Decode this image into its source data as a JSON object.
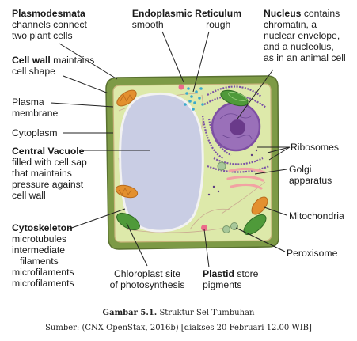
{
  "labels": {
    "plasmodesmata_title": "Plasmodesmata",
    "plasmodesmata_desc_1": "channels connect",
    "plasmodesmata_desc_2": "two plant cells",
    "er_title": "Endoplasmic Reticulum",
    "er_smooth": "smooth",
    "er_rough": "rough",
    "nucleus_title": "Nucleus",
    "nucleus_desc_1": "contains",
    "nucleus_desc_2": "chromatin, a",
    "nucleus_desc_3": "nuclear envelope,",
    "nucleus_desc_4": "and a nucleolus,",
    "nucleus_desc_5": "as in an animal cell",
    "cellwall_title": "Cell wall",
    "cellwall_desc_1": "maintains",
    "cellwall_desc_2": "cell shape",
    "plasma_1": "Plasma",
    "plasma_2": "membrane",
    "cytoplasm": "Cytoplasm",
    "vacuole_title": "Central Vacuole",
    "vacuole_desc_1": "filled with cell sap",
    "vacuole_desc_2": "that maintains",
    "vacuole_desc_3": "pressure against",
    "vacuole_desc_4": "cell wall",
    "ribosomes": "Ribosomes",
    "golgi_1": "Golgi",
    "golgi_2": "apparatus",
    "mitochondria": "Mitochondria",
    "peroxisome": "Peroxisome",
    "cytoskeleton_title": "Cytoskeleton",
    "cytoskeleton_1": "microtubules",
    "cytoskeleton_2": "intermediate",
    "cytoskeleton_3": "filaments",
    "cytoskeleton_4": "microfilaments",
    "cytoskeleton_5": "microfilaments",
    "chloroplast_1": "Chloroplast site",
    "chloroplast_2": "of photosynthesis",
    "plastid_title": "Plastid",
    "plastid_desc_1": "store",
    "plastid_desc_2": "pigments"
  },
  "caption": {
    "figure_label": "Gambar 5.1.",
    "figure_title": "Struktur Sel Tumbuhan",
    "source": "Sumber: (CNX OpenStax, 2016b) [diakses 20 Februari 12.00 WIB]"
  },
  "colors": {
    "cell_wall": "#6f8a3f",
    "cytoplasm": "#d9e6a6",
    "vacuole": "#c9cde4",
    "nucleus": "#9a6fb8",
    "nucleolus": "#6b3a8a",
    "chloroplast": "#4f9a3a",
    "mitochondria": "#e08a2e",
    "golgi": "#f0a0a0",
    "rough_er": "#7d55a8",
    "smooth_er": "#3aa8c8",
    "peroxisome": "#ec6a8a",
    "plastid": "#a8c89a"
  }
}
